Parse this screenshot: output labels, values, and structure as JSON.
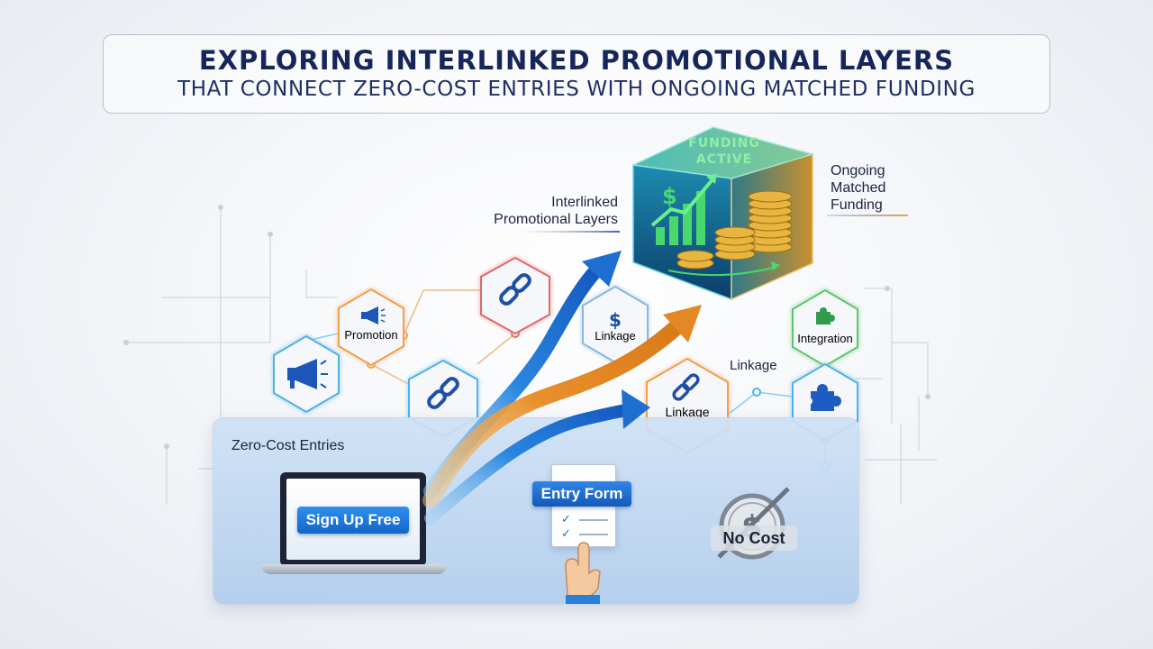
{
  "title": {
    "main": "EXPLORING INTERLINKED PROMOTIONAL LAYERS",
    "sub": "THAT CONNECT ZERO-COST ENTRIES WITH ONGOING MATCHED FUNDING"
  },
  "labels": {
    "interlinked_line1": "Interlinked",
    "interlinked_line2": "Promotional Layers",
    "ongoing_line1": "Ongoing",
    "ongoing_line2": "Matched",
    "ongoing_line3": "Funding",
    "linkage_float": "Linkage"
  },
  "cube": {
    "line1": "FUNDING",
    "line2": "ACTIVE",
    "dollar": "$"
  },
  "hexagons": [
    {
      "id": "promotion",
      "label": "Promotion",
      "icon": "megaphone-icon",
      "color": "#f0a04a"
    },
    {
      "id": "megaphone",
      "label": "",
      "icon": "megaphone-icon",
      "color": "#4fb2e6"
    },
    {
      "id": "chain-red",
      "label": "",
      "icon": "chain-link-icon",
      "color": "#e06b6b"
    },
    {
      "id": "chain-blue",
      "label": "",
      "icon": "chain-link-icon",
      "color": "#4fb2e6"
    },
    {
      "id": "dollar-linkage",
      "label": "Linkage",
      "icon": "dollar-icon",
      "color": "#8ab8e0"
    },
    {
      "id": "linkage",
      "label": "Linkage",
      "icon": "chain-link-icon",
      "color": "#f0a04a"
    },
    {
      "id": "integration",
      "label": "Integration",
      "icon": "puzzle-icon",
      "color": "#5cc86a"
    },
    {
      "id": "puzzle",
      "label": "",
      "icon": "puzzle-icon",
      "color": "#4fb2e6"
    }
  ],
  "panel": {
    "title": "Zero-Cost Entries",
    "signup_label": "Sign Up Free",
    "entry_form_label": "Entry Form",
    "no_cost_label": "No Cost",
    "no_cost_symbol": "$"
  },
  "colors": {
    "title_text": "#16265a",
    "blue_arrow": "#1e6fd0",
    "orange_arrow": "#e8902c",
    "cube_green": "#8ef0a6"
  }
}
